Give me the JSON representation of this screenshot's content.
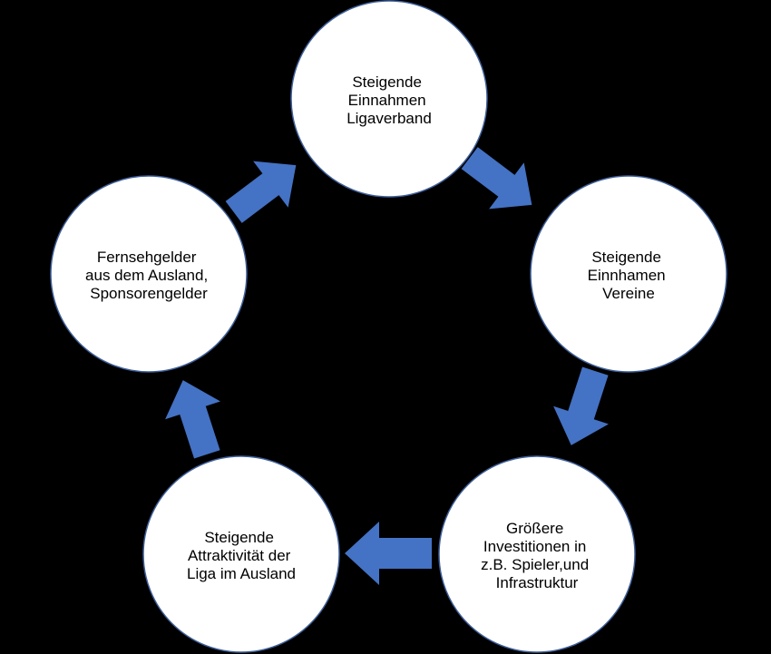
{
  "colors": {
    "background": "#000000",
    "node_fill": "#ffffff",
    "node_border": "#3f5f9a",
    "arrow": "#4472c4",
    "text": "#000000"
  },
  "cycle": {
    "nodes": [
      {
        "id": "einnahmen-ligaverband",
        "lines": [
          "Steigende",
          "Einnahmen",
          "Ligaverband"
        ]
      },
      {
        "id": "einnhamen-vereine",
        "lines": [
          "Steigende",
          "Einnhamen",
          "Vereine"
        ]
      },
      {
        "id": "investitionen",
        "lines": [
          "Größere",
          "Investitionen in",
          "z.B. Spieler,und",
          "Infrastruktur"
        ]
      },
      {
        "id": "attraktivitaet",
        "lines": [
          "Steigende",
          "Attraktivität der",
          "Liga im Ausland"
        ]
      },
      {
        "id": "fernsehgelder",
        "lines": [
          "Fernsehgelder",
          "aus dem Ausland,",
          "Sponsorengelder"
        ]
      }
    ]
  }
}
